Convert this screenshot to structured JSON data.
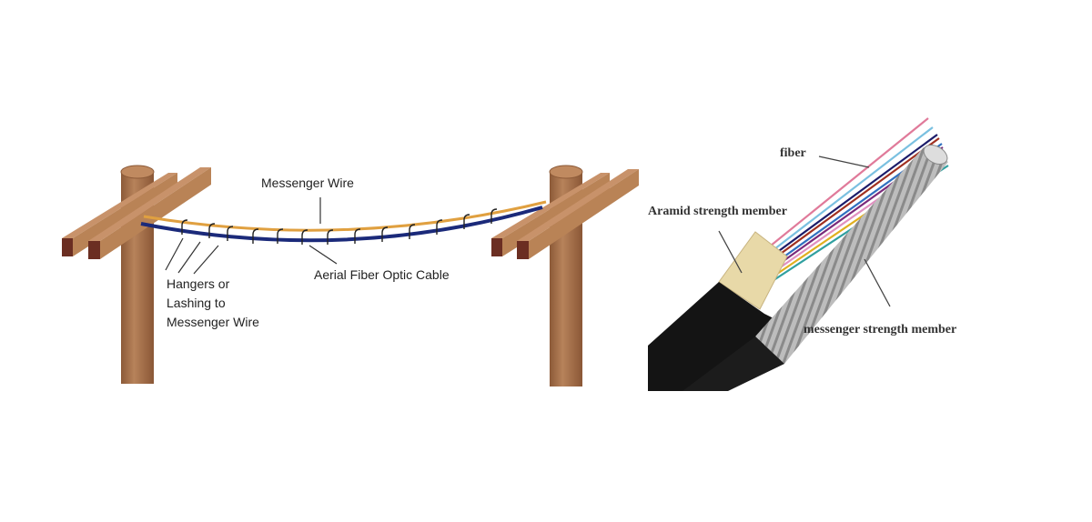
{
  "left_diagram": {
    "labels": {
      "messenger_wire": "Messenger Wire",
      "aerial_cable": "Aerial Fiber Optic Cable",
      "hangers_line1": "Hangers or",
      "hangers_line2": "Lashing to",
      "hangers_line3": "Messenger Wire"
    },
    "colors": {
      "pole": "#a9764f",
      "messenger": "#e0a040",
      "cable": "#1b2a7a"
    }
  },
  "right_photo": {
    "labels": {
      "fiber": "fiber",
      "aramid": "Aramid strength member",
      "messenger_member": "messenger strength member"
    }
  }
}
